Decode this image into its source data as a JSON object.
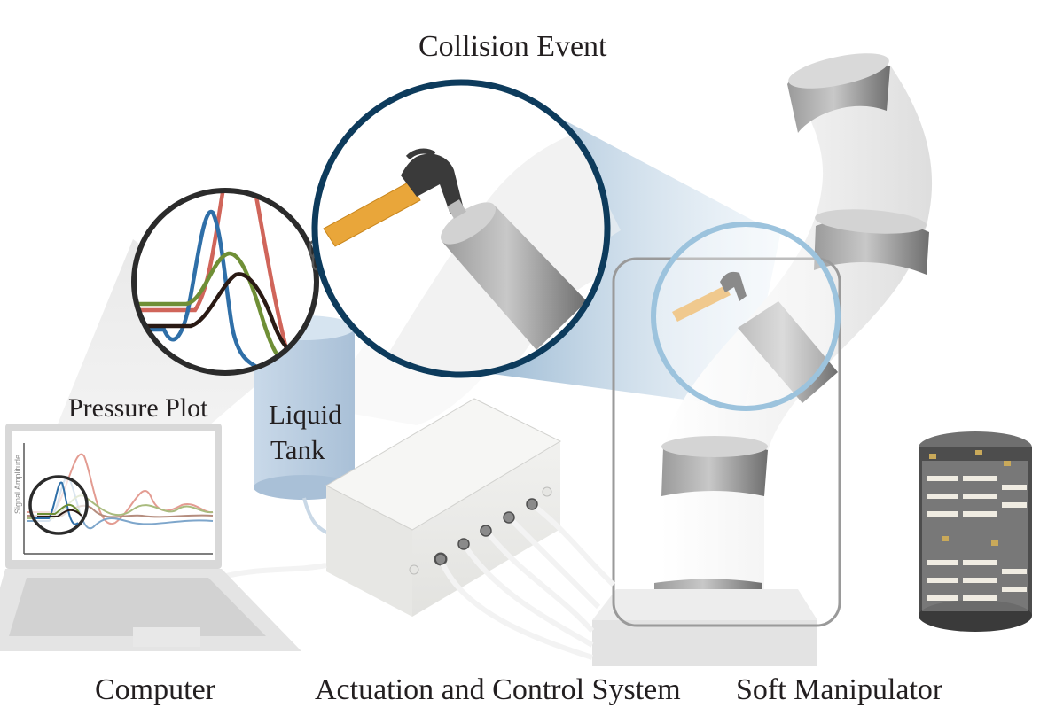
{
  "labels": {
    "collision_event": "Collision Event",
    "pressure_plot": "Pressure Plot",
    "liquid_tank_line1": "Liquid",
    "liquid_tank_line2": "Tank",
    "computer": "Computer",
    "actuation_control": "Actuation and Control System",
    "soft_manipulator": "Soft Manipulator",
    "signal_amplitude": "Signal Amplitude"
  },
  "colors": {
    "text": "#231f20",
    "navy_ring": "#0d3b5c",
    "light_blue_ring": "#9cc3dd",
    "dark_ring": "#333333",
    "signal_red": "#d0655a",
    "signal_blue": "#2f6fa8",
    "signal_green": "#6f8f36",
    "signal_black": "#2a1a14",
    "tank": "#b9cfe3",
    "hammer_handle": "#e9a63a"
  },
  "icons": [
    "hammer-icon",
    "chain-link-icon",
    "laptop-icon",
    "control-box-icon",
    "liquid-tank-icon",
    "soft-manipulator-icon",
    "actuator-stack-icon"
  ]
}
